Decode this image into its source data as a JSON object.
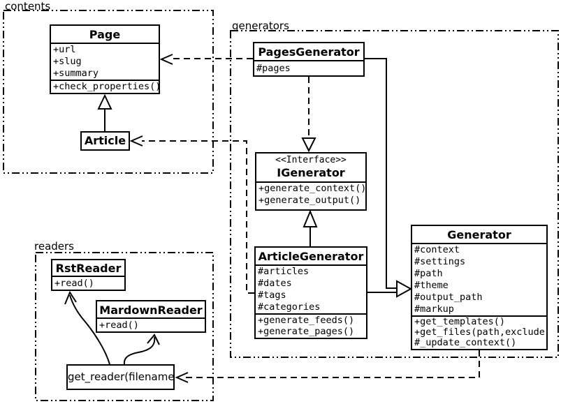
{
  "packages": {
    "contents": {
      "label": "contents"
    },
    "generators": {
      "label": "generators"
    },
    "readers": {
      "label": "readers"
    }
  },
  "classes": {
    "page": {
      "title": "Page",
      "attrs": [
        "+url",
        "+slug",
        "+summary"
      ],
      "methods": [
        "+check_properties()"
      ]
    },
    "article": {
      "title": "Article"
    },
    "pages_generator": {
      "title": "PagesGenerator",
      "attrs": [
        "#pages"
      ]
    },
    "igenerator": {
      "stereotype": "<<Interface>>",
      "title": "IGenerator",
      "methods": [
        "+generate_context()",
        "+generate_output()"
      ]
    },
    "article_generator": {
      "title": "ArticleGenerator",
      "attrs": [
        "#articles",
        "#dates",
        "#tags",
        "#categories"
      ],
      "methods": [
        "+generate_feeds()",
        "+generate_pages()"
      ]
    },
    "generator": {
      "title": "Generator",
      "attrs": [
        "#context",
        "#settings",
        "#path",
        "#theme",
        "#output_path",
        "#markup"
      ],
      "methods": [
        "+get_templates()",
        "+get_files(path,exclude)",
        "#_update_context()"
      ]
    },
    "rst_reader": {
      "title": "RstReader",
      "methods": [
        "+read()"
      ]
    },
    "mardown_reader": {
      "title": "MardownReader",
      "methods": [
        "+read()"
      ]
    },
    "get_reader": {
      "label": "get_reader(filename)"
    }
  },
  "relationships": [
    {
      "type": "inheritance",
      "from": "Article",
      "to": "Page"
    },
    {
      "type": "realization",
      "from": "PagesGenerator",
      "to": "IGenerator"
    },
    {
      "type": "inheritance",
      "from": "ArticleGenerator",
      "to": "IGenerator"
    },
    {
      "type": "inheritance",
      "from": "PagesGenerator",
      "to": "Generator"
    },
    {
      "type": "inheritance",
      "from": "ArticleGenerator",
      "to": "Generator"
    },
    {
      "type": "dependency",
      "from": "PagesGenerator",
      "to": "Page"
    },
    {
      "type": "dependency",
      "from": "ArticleGenerator",
      "to": "Article"
    },
    {
      "type": "dependency",
      "from": "Generator",
      "to": "get_reader(filename)"
    },
    {
      "type": "association",
      "from": "get_reader(filename)",
      "to": "RstReader"
    },
    {
      "type": "association",
      "from": "get_reader(filename)",
      "to": "MardownReader"
    }
  ],
  "colors": {
    "line": "#000000",
    "background": "#ffffff"
  }
}
